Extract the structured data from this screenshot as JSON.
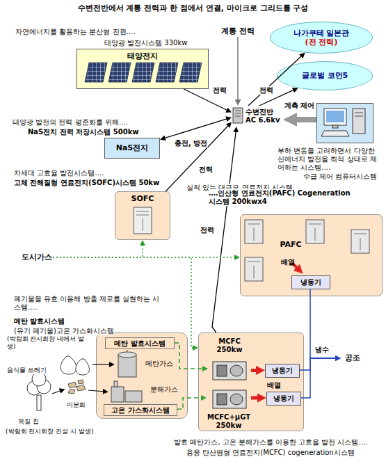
{
  "diagram": {
    "title": "수변전반에서 계통 전력과 한 점에서 연결, 마이크로 그리드를 구성",
    "nodes": [
      {
        "text": [
          "태양전지"
        ]
      },
      {
        "text": [
          "NaS전지"
        ]
      },
      {
        "text": [
          "SOFC"
        ]
      },
      {
        "text": [
          "계통 전력"
        ]
      },
      {
        "text": [
          "수변전반 AC 6.6kv"
        ]
      },
      {
        "text": [
          "나가쿠테 일본관",
          "(전 전력)"
        ]
      },
      {
        "text": [
          "글로벌 코먼5"
        ]
      },
      {
        "text": [
          "부하 변동을 고려하면서 다양한 신에너지 발전을 최적 상태로 제어하는 시스템‥‥",
          "수급 제어 컴퓨터시스템"
        ]
      },
      {
        "text": [
          "도시가스"
        ]
      },
      {
        "text": [
          "PAFC",
          "배열"
        ]
      },
      {
        "text": [
          "냉동기"
        ],
        "in": 9
      },
      {
        "text": [
          "메탄가스",
          "분해가스"
        ]
      },
      {
        "text": [
          "메탄 발효시스템"
        ],
        "in": 11
      },
      {
        "text": [
          "고온 가스화시스템"
        ],
        "in": 11
      },
      {
        "text": [
          "배열"
        ]
      },
      {
        "text": [
          "MCFC 250kw"
        ],
        "in": 14
      },
      {
        "text": [
          "냉동기"
        ],
        "in": 14
      },
      {
        "text": [
          "MCFC+μGT 250kw"
        ],
        "in": 14
      },
      {
        "text": [
          "냉동기"
        ],
        "in": 14
      },
      {
        "text": [
          "공조"
        ]
      }
    ],
    "edges": [
      {
        "from": 0,
        "to": 4,
        "label": "전력",
        "arrow": "to"
      },
      {
        "from": 1,
        "to": 4,
        "label": "충전, 방전",
        "arrow": "both"
      },
      {
        "from": 2,
        "to": 4,
        "label": "전력",
        "arrow": "to"
      },
      {
        "from": 3,
        "to": 4,
        "arrow": "to"
      },
      {
        "from": 4,
        "to": 5,
        "arrow": "to"
      },
      {
        "from": 4,
        "to": 6,
        "label": "전력",
        "arrow": "to"
      },
      {
        "from": 7,
        "to": 4,
        "label": "계측 제어",
        "arrow": "to"
      },
      {
        "from": 14,
        "to": 4,
        "label": "전력",
        "arrow": "to"
      },
      {
        "from": 8,
        "to": 2,
        "arrow": "to"
      },
      {
        "from": 8,
        "to": 9,
        "arrow": "to"
      },
      {
        "from": 8,
        "to": 14,
        "arrow": "to"
      },
      {
        "from": 12,
        "to": 15,
        "arrow": "to"
      },
      {
        "from": 13,
        "to": 17,
        "arrow": "to"
      },
      {
        "from": 15,
        "to": 16,
        "arrow": "to"
      },
      {
        "from": 17,
        "to": 18,
        "arrow": "to"
      },
      {
        "from": 10,
        "to": 19,
        "arrow": "to"
      },
      {
        "from": 16,
        "to": 19,
        "label": "냉수",
        "arrow": "to"
      },
      {
        "from": 18,
        "to": 19,
        "arrow": "to"
      }
    ],
    "labels": [
      "자연에너지를 활용하는 분산형 전원‥‥",
      "태양광 발전시스템 330kw",
      "태양광 발전의 전력 평준화를 위해‥‥",
      "NaS전지 전력 저장시스템 500kw",
      "차세대 고효율 발전시스템‥‥",
      "고체 전해질형 연료전지(SOFC)시스템 50kw",
      "실적 있는 대규모 연료전지 시스템",
      "‥‥인산형 연료전지(PAFC) Cogeneration시스템 200kwx4",
      "폐기물을 유효 이용해 방출 제로를 실현하는 시스템‥‥",
      "메탄 발효시스템",
      "(유기 폐기물)고온 가스화시스템",
      "(박람회 전시회장 내에서 발생)",
      "음식물 쓰레기",
      "목질 칩",
      "미분화",
      "(박람회 전시회장 건설 시 발생)",
      "발효 메탄가스, 고온 분해가스를 이용한 고효율 발전 시스템‥‥",
      "용융 탄산염형 연료전지(MCFC) cogeneration시스템"
    ]
  }
}
